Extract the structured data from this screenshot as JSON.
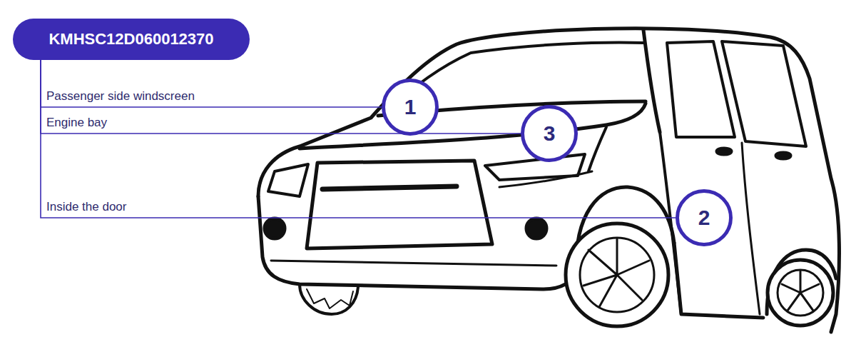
{
  "diagram": {
    "nodes": [
      {
        "text": [
          "KMHSC12D060012370"
        ]
      },
      {
        "text": [
          "1"
        ]
      },
      {
        "text": [
          "3"
        ]
      },
      {
        "text": [
          "2"
        ]
      }
    ],
    "edges": [
      {
        "from": 0,
        "to": 1,
        "arrow": "none",
        "label": "Passenger side windscreen"
      },
      {
        "from": 0,
        "to": 2,
        "arrow": "none",
        "label": "Engine bay"
      },
      {
        "from": 0,
        "to": 3,
        "arrow": "none",
        "label": "Inside the door"
      }
    ]
  }
}
